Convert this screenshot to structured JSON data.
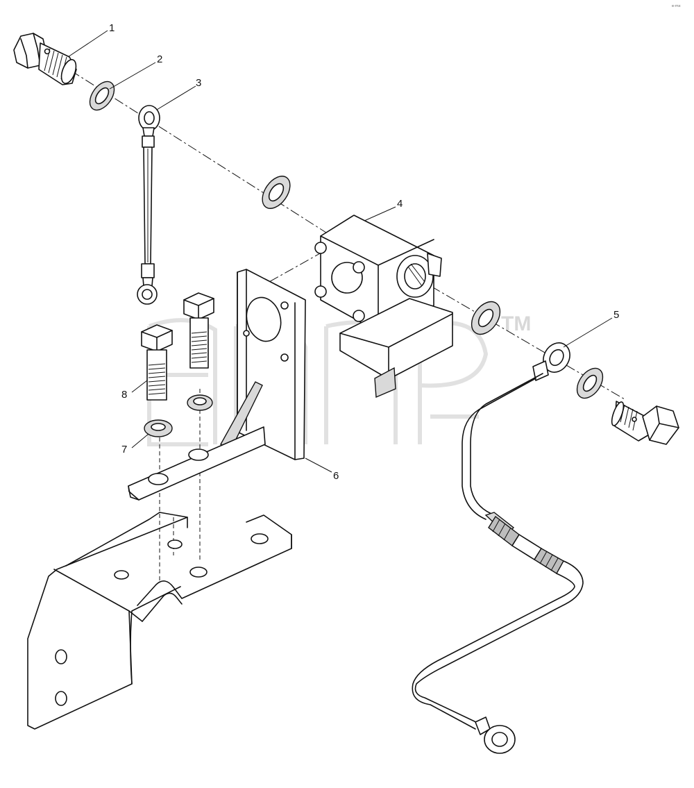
{
  "diagram": {
    "callouts": [
      {
        "id": "1",
        "label": "1"
      },
      {
        "id": "2",
        "label": "2"
      },
      {
        "id": "3",
        "label": "3"
      },
      {
        "id": "4",
        "label": "4"
      },
      {
        "id": "5",
        "label": "5"
      },
      {
        "id": "6",
        "label": "6"
      },
      {
        "id": "7",
        "label": "7"
      },
      {
        "id": "8",
        "label": "8"
      }
    ],
    "watermark": {
      "trademark": "TM"
    },
    "corner_code": "e-mx"
  }
}
